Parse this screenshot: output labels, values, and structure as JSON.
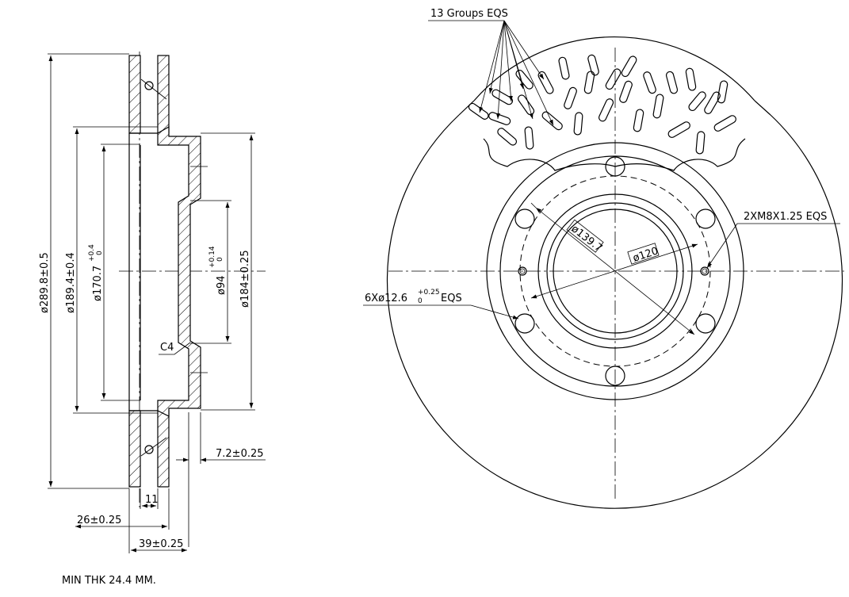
{
  "side_view": {
    "dims": {
      "d_outer": "ø289.8±0.5",
      "d_inner": "ø189.4±0.4",
      "d_170": "ø170.7",
      "d_170_tol_upper": "+0.4",
      "d_170_tol_lower": "0",
      "d_94": "ø94",
      "d_94_tol_upper": "+0.14",
      "d_94_tol_lower": "0",
      "d_184": "ø184±0.25",
      "chamfer": "C4",
      "thk_hat": "7.2±0.25",
      "vane": "11",
      "thk_disc": "26±0.25",
      "height": "39±0.25"
    }
  },
  "front_view": {
    "groups_label": "13 Groups EQS",
    "tapped_holes": "2XM8X1.25 EQS",
    "holes_main": "6Xø12.6",
    "holes_tol_upper": "+0.25",
    "holes_tol_lower": "0",
    "holes_suffix": "EQS",
    "pcd": "ø139.7",
    "bore": "ø120"
  },
  "note": "MIN THK 24.4 MM."
}
